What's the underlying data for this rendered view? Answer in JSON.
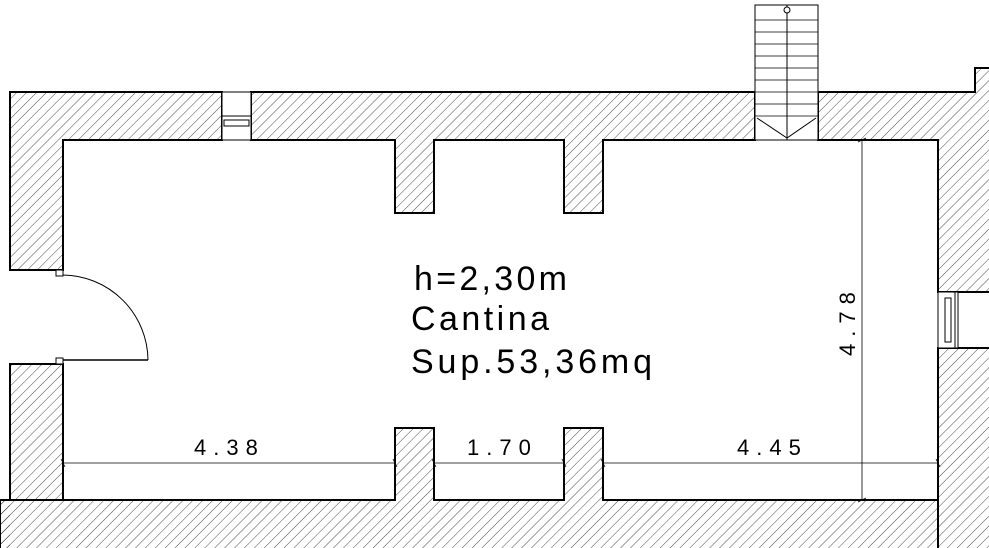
{
  "room": {
    "height_label": "h=2,30m",
    "name": "Cantina",
    "area_label": "Sup.53,36mq"
  },
  "dimensions": {
    "left_span": "4.38",
    "middle_span": "1.70",
    "right_span": "4.45",
    "depth": "4.78"
  }
}
